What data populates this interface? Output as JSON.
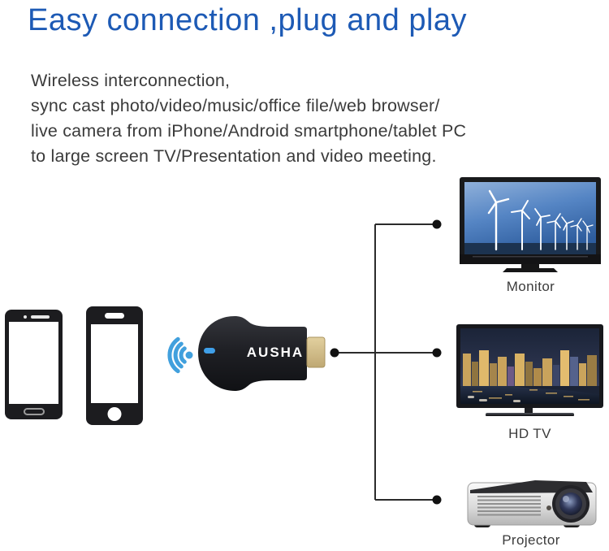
{
  "page": {
    "title": "Easy connection ,plug and play",
    "title_color": "#1d5ab5",
    "description_lines": [
      "Wireless interconnection,",
      "sync cast photo/video/music/office file/web browser/",
      "live camera from iPhone/Android smartphone/tablet PC",
      "to large screen TV/Presentation and video meeting."
    ],
    "text_color": "#3b3b3b",
    "background": "#ffffff"
  },
  "dongle": {
    "brand": "AUSHA",
    "body_color": "#202126",
    "hdmi_color": "#d3bf8b",
    "led_color": "#3f9fe8"
  },
  "icons": {
    "wifi": {
      "name": "wifi-signal-icon",
      "color": "#41a0dd"
    }
  },
  "sources": [
    {
      "name": "smartphone-1"
    },
    {
      "name": "smartphone-2"
    }
  ],
  "devices": [
    {
      "id": "monitor",
      "label": "Monitor",
      "screen_image": "wind-turbines-on-blue-sky"
    },
    {
      "id": "hdtv",
      "label": "HD TV",
      "screen_image": "night-city-skyline"
    },
    {
      "id": "projector",
      "label": "Projector",
      "screen_image": ""
    }
  ],
  "connections": {
    "line_color": "#2b2b2b",
    "node_color": "#111111"
  }
}
